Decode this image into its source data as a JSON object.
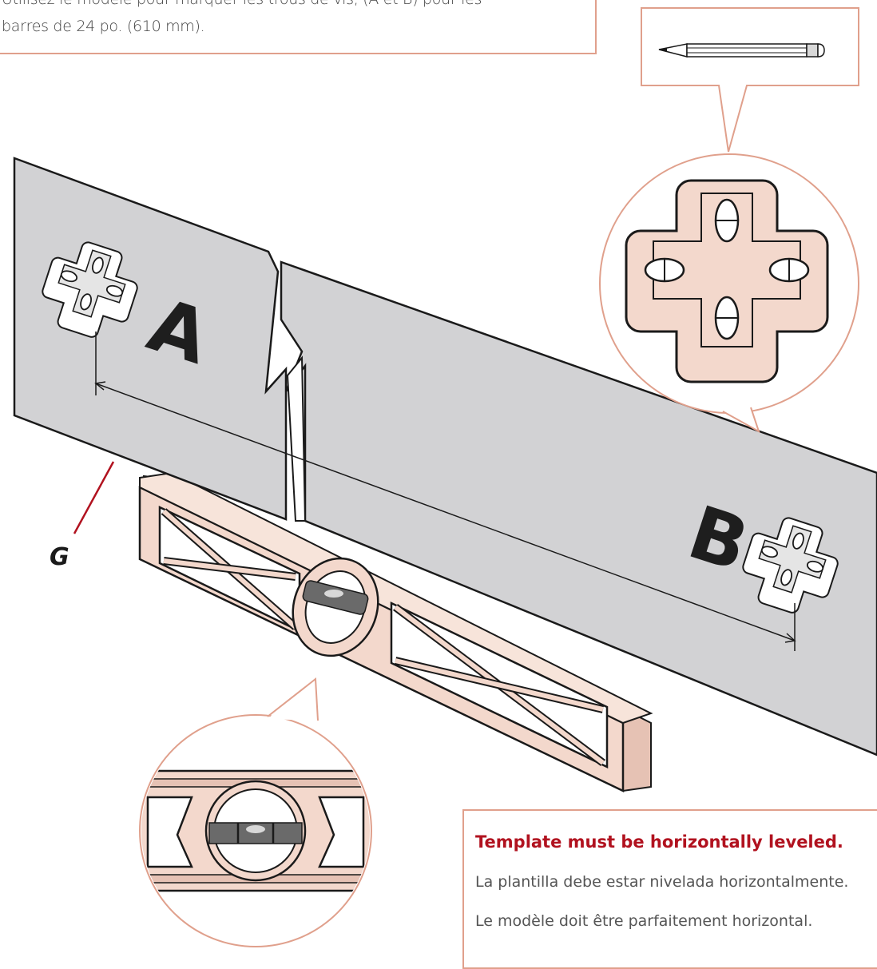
{
  "instructions": {
    "line_1": "Utilisez le modèle pour marquer les trous de vis, (A et B) pour les",
    "line_2": "barres de 24 po. (610 mm)."
  },
  "labels": {
    "hole_a": "A",
    "hole_b": "B",
    "part_g": "G"
  },
  "note": {
    "warning_en": "Template must be horizontally leveled.",
    "text_es": "La plantilla debe estar nivelada horizontalmente.",
    "text_fr": "Le modèle doit être parfaitement horizontal."
  },
  "colors": {
    "accent": "#b1121f",
    "callout_border": "#e0a08c",
    "wood_fill": "#f3d8cc",
    "template_fill": "#d2d2d4"
  }
}
